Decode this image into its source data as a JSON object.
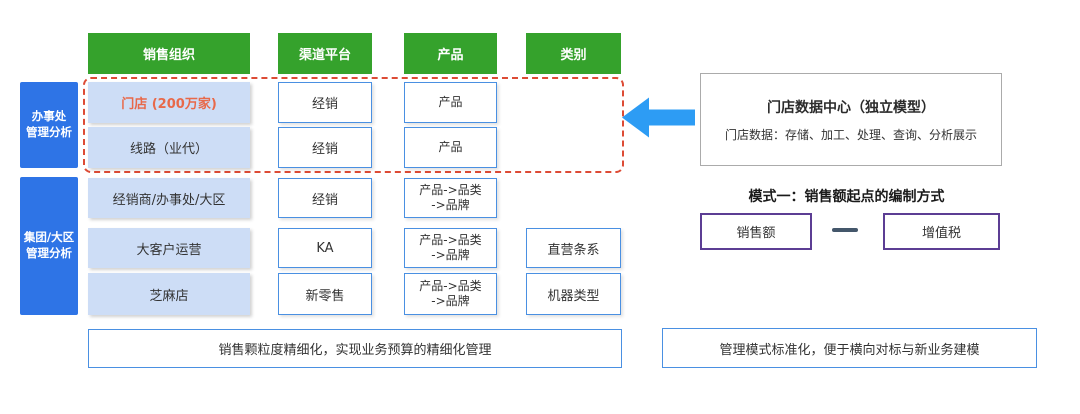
{
  "colors": {
    "header_green": "#35A22C",
    "group_blue": "#2E74E6",
    "row_fill_light_blue": "#CDDDF6",
    "box_border_blue": "#4A90E2",
    "dashed_red": "#DD4B35",
    "highlight_orange": "#E8694A",
    "arrow_blue": "#2D9CF4",
    "purple_border": "#5C3D94",
    "connector_gray": "#44576B",
    "callout_border_gray": "#ABABAB"
  },
  "headers": [
    "销售组织",
    "渠道平台",
    "产品",
    "类别"
  ],
  "groups": [
    "办事处\n管理分析",
    "集团/大区\n管理分析"
  ],
  "rows": [
    {
      "org": "门店 (200万家)",
      "channel": "经销",
      "product": "产品",
      "category": ""
    },
    {
      "org": "线路（业代）",
      "channel": "经销",
      "product": "产品",
      "category": ""
    },
    {
      "org": "经销商/办事处/大区",
      "channel": "经销",
      "product": "产品->品类\n->品牌",
      "category": ""
    },
    {
      "org": "大客户运营",
      "channel": "KA",
      "product": "产品->品类\n->品牌",
      "category": "直营条系"
    },
    {
      "org": "芝麻店",
      "channel": "新零售",
      "product": "产品->品类\n->品牌",
      "category": "机器类型"
    }
  ],
  "callout": {
    "title": "门店数据中心（独立模型）",
    "subtitle": "门店数据：存储、加工、处理、查询、分析展示"
  },
  "mode": {
    "title": "模式一：销售额起点的编制方式",
    "left_box": "销售额",
    "right_box": "增值税"
  },
  "banners": {
    "left": "销售颗粒度精细化，实现业务预算的精细化管理",
    "right": "管理模式标准化，便于横向对标与新业务建模"
  }
}
